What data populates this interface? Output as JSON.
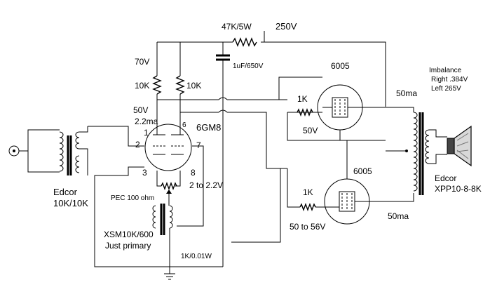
{
  "supply": {
    "r_label": "47K/5W",
    "b_plus_label": "250V"
  },
  "left_section": {
    "v70_label": "70V",
    "r1_label": "10K",
    "r2_label": "10K",
    "cap_label": "1uF/650V",
    "v50_label": "50V",
    "ma_label": "2.2ma",
    "tube_label": "6GM8",
    "pin1": "1",
    "pin2": "2",
    "pin3": "3",
    "pin6": "6",
    "pin7": "7",
    "pin8": "8",
    "cathode_v_label": "2 to 2.2V",
    "pec_label": "PEC 100 ohm",
    "input_xfmr_name": "Edcor",
    "input_xfmr_ratio": "10K/10K",
    "xsm_line1": "XSM10K/600",
    "xsm_line2": "Just primary",
    "r_bottom_label": "1K/0.01W"
  },
  "output_section": {
    "tube_top_label": "6005",
    "tube_bot_label": "6005",
    "r_top_label": "1K",
    "r_bot_label": "1K",
    "v_top_label": "50V",
    "v_bot_label": "50 to 56V",
    "ma_top_label": "50ma",
    "ma_bot_label": "50ma",
    "imbalance_title": "Imbalance",
    "imbalance_right": "Right .384V",
    "imbalance_left": "Left 265V",
    "out_xfmr_name": "Edcor",
    "out_xfmr_model": "XPP10-8-8K"
  },
  "icons": [
    "input-jack-icon",
    "ground-icon",
    "speaker-icon",
    "vacuum-tube-icon",
    "transformer-icon",
    "resistor-icon",
    "capacitor-icon",
    "potentiometer-icon"
  ]
}
